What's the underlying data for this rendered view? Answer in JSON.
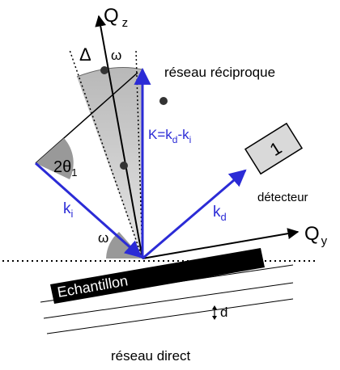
{
  "labels": {
    "qz_main": "Q",
    "qz_sub": "z",
    "qy_main": "Q",
    "qy_sub": "y",
    "delta": "Δ",
    "omega_top": "ω",
    "omega_bottom": "ω",
    "reciprocal": "réseau réciproque",
    "direct": "réseau direct",
    "detector": "détecteur",
    "detector_mark": "1",
    "sample": "Echantillon",
    "d": "d",
    "two_theta": "2θ",
    "two_theta_sub": "1",
    "k_vector": "K=k",
    "k_vector_sub1": "d",
    "k_vector_mid": "-k",
    "k_vector_sub2": "i",
    "ki": "k",
    "ki_sub": "i",
    "kd": "k",
    "kd_sub": "d"
  },
  "colors": {
    "vector": "#2b2bd6",
    "axis": "#000000",
    "sample": "#000000",
    "sector_fill": "#cfcfcf",
    "detector_fill": "#d9d9d9"
  }
}
